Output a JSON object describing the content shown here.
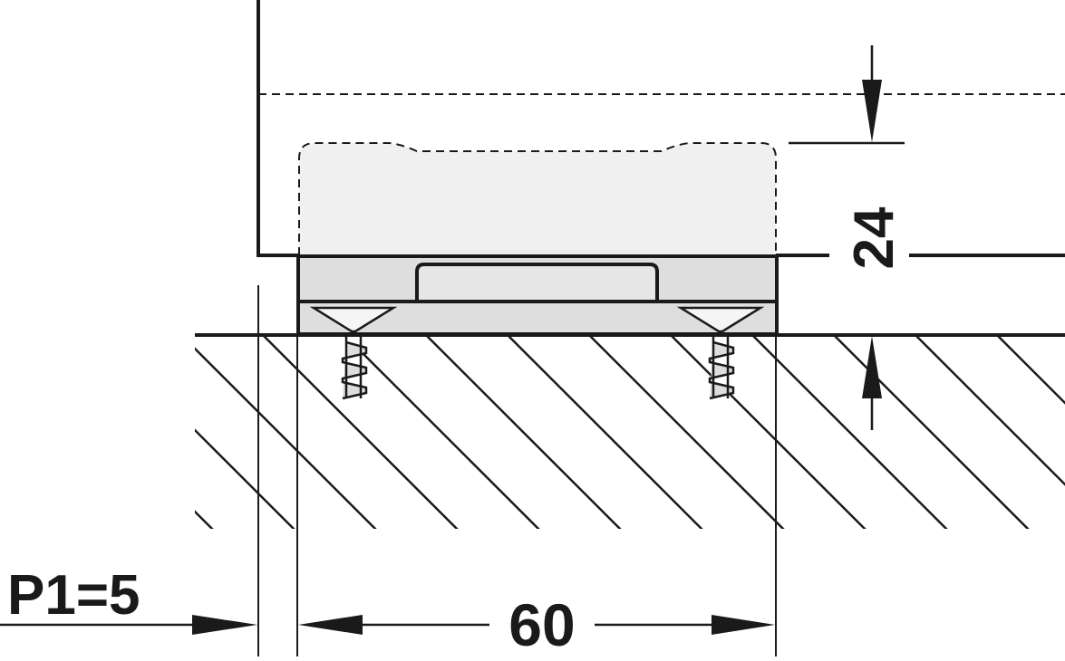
{
  "diagram": {
    "offset_label": "P1=5",
    "width_label": "60",
    "height_label": "24",
    "colors": {
      "line": "#1a1a1a",
      "body_fill": "#dedede",
      "ghost_fill": "#f0f0f0"
    }
  }
}
